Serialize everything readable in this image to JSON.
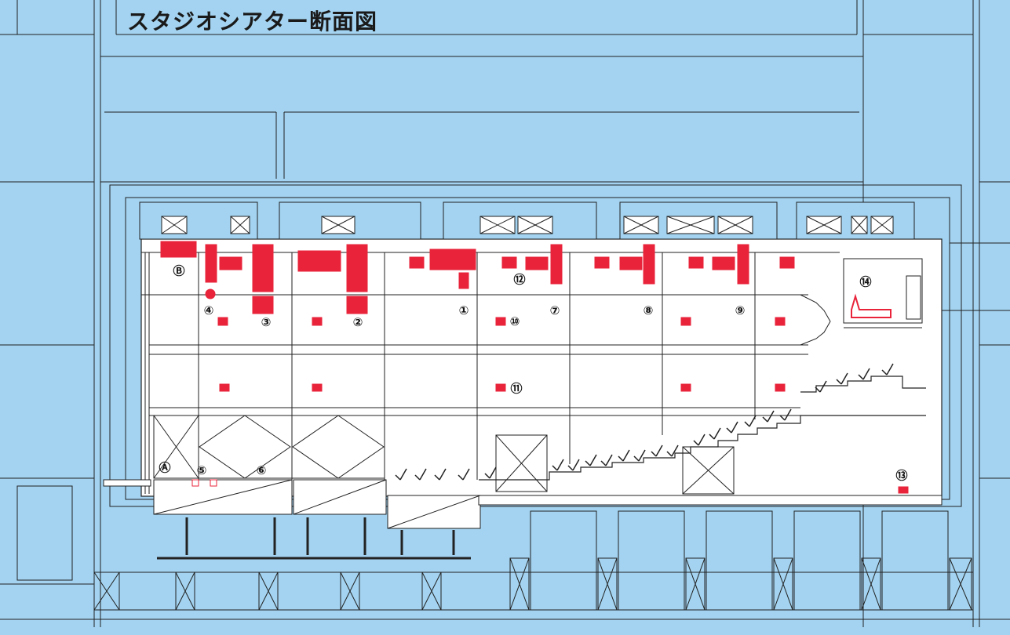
{
  "title": "スタジオシアター断面図",
  "labels": {
    "n1": "①",
    "n2": "②",
    "n3": "③",
    "n4": "④",
    "n5": "⑤",
    "n6": "⑥",
    "n7": "⑦",
    "n8": "⑧",
    "n9": "⑨",
    "n10": "⑩",
    "n11": "⑪",
    "n12": "⑫",
    "n13": "⑬",
    "n14": "⑭",
    "nA": "Ⓐ",
    "nB": "Ⓑ"
  },
  "colors": {
    "background": "#a3d3f0",
    "room": "#ffffff",
    "line": "#222222",
    "equipment": "#e8233a"
  }
}
